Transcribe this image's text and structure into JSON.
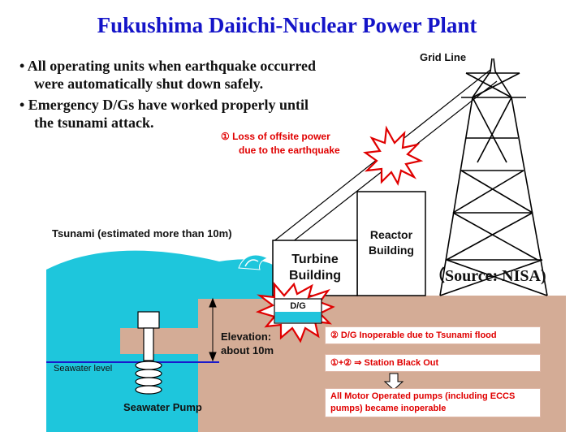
{
  "title": "Fukushima Daiichi-Nuclear Power Plant",
  "bullets": [
    "• All operating units when earthquake occurred",
    "were automatically shut down safely.",
    "• Emergency D/Gs have worked  properly until",
    "the tsunami attack."
  ],
  "grid_line": "Grid Line",
  "loss_power": {
    "line1": "① Loss of offsite power",
    "line2": "due to the earthquake"
  },
  "tsunami_label": "Tsunami (estimated more than 10m)",
  "turbine": {
    "line1": "Turbine",
    "line2": "Building"
  },
  "reactor": {
    "line1": "Reactor",
    "line2": "Building"
  },
  "source": "（Source:   NISA)",
  "dg": "D/G",
  "elevation": {
    "line1": "Elevation:",
    "line2": "about 10m"
  },
  "seawater_level": "Seawater level",
  "seawater_pump": "Seawater Pump",
  "dg_inoperable": "② D/G Inoperable due to Tsunami flood",
  "station_blackout": "①+② ⇒ Station Black Out",
  "pumps": {
    "line1": "All Motor Operated pumps (including ECCS",
    "line2": "pumps) became inoperable"
  },
  "colors": {
    "title": "#1414c8",
    "ground": "#d4ac96",
    "water": "#1ec6dc",
    "red": "#e00000",
    "seawater_line": "#1a1acc",
    "dg_water": "#22c4dc"
  }
}
